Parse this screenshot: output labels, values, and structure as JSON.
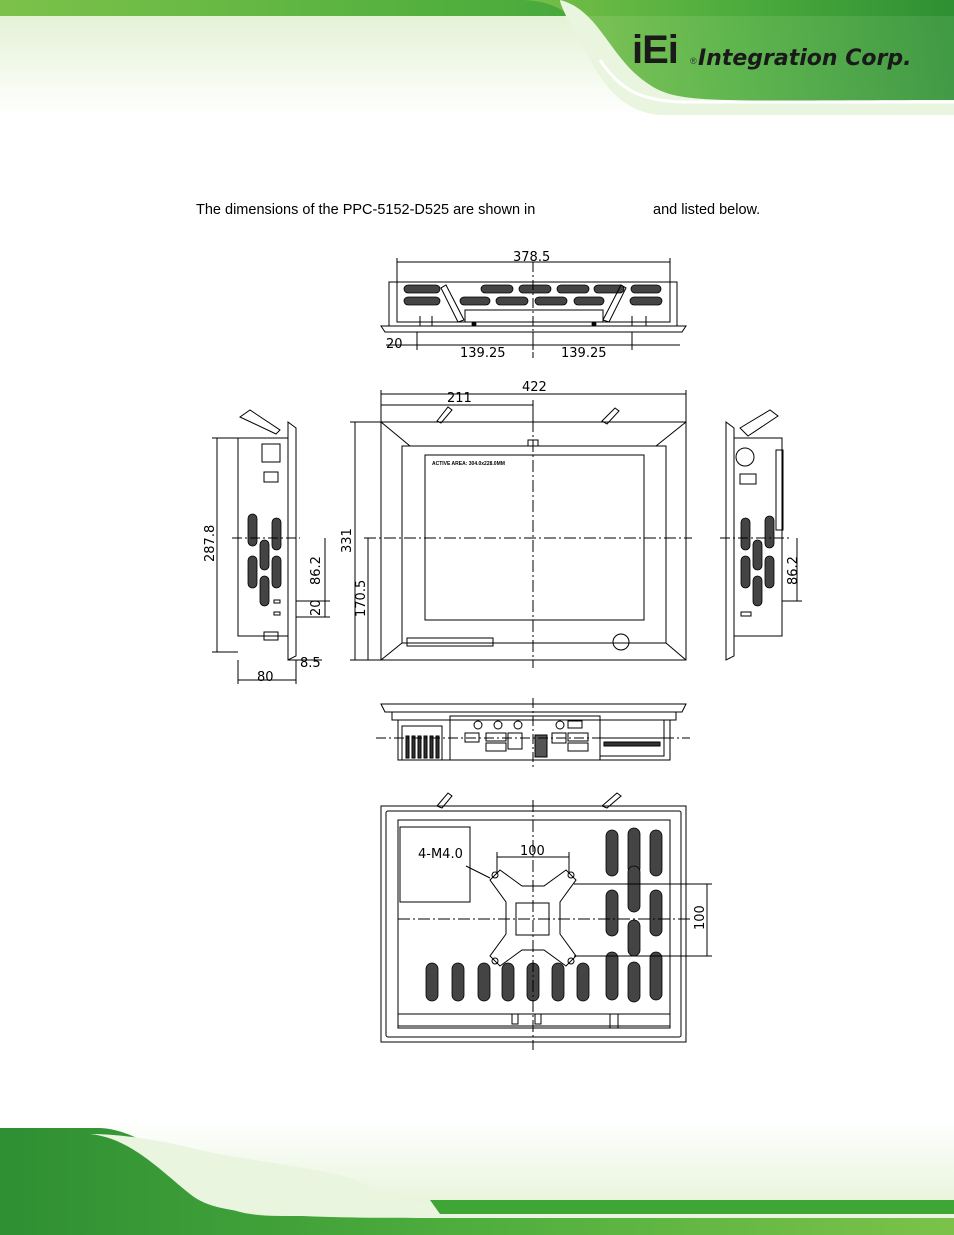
{
  "brand": {
    "logo_mark": "iEi",
    "logo_registered": "®",
    "company": "Integration Corp."
  },
  "intro": {
    "part1": "The dimensions of the PPC-5152-D525 are shown in",
    "part2": "and listed below."
  },
  "drawing": {
    "top_view": {
      "width": "378.5",
      "left_offset": "20",
      "span_a": "139.25",
      "span_b": "139.25"
    },
    "front_view": {
      "width": "422",
      "half_width": "211",
      "height": "331",
      "lower_height": "170.5",
      "active_area": "ACTIVE AREA: 304.0x228.0MM"
    },
    "left_view": {
      "height": "287.8",
      "offset_a": "86.2",
      "offset_b": "20",
      "depth": "80",
      "bezel": "8.5"
    },
    "right_view": {
      "offset": "86.2"
    },
    "rear_view": {
      "screw": "4-M4.0",
      "vesa_w": "100",
      "vesa_h": "100"
    }
  },
  "colors": {
    "accent_green": "#3fa535",
    "line": "#000000"
  }
}
